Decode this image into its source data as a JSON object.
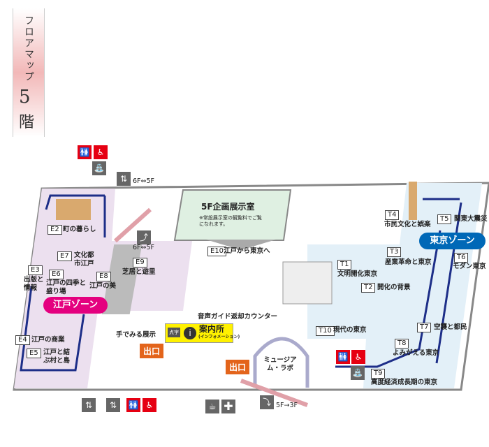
{
  "title": {
    "text": "フロアマップ",
    "floor": "5",
    "floor_suffix": "階"
  },
  "zones": {
    "edo": {
      "label": "江戸ゾーン",
      "color": "#e4007f"
    },
    "tokyo": {
      "label": "東京ゾーン",
      "color": "#0068b7"
    }
  },
  "special": {
    "title": "5F企画展示室",
    "note": "※常設展示室の観覧料でご覧になれます。"
  },
  "edo_exhibits": [
    {
      "code": "E2",
      "name": "町の暮らし"
    },
    {
      "code": "E7",
      "name": "文化都市江戸"
    },
    {
      "code": "E3",
      "name": "出版と情報"
    },
    {
      "code": "E6",
      "name": "江戸の四季と盛り場"
    },
    {
      "code": "E8",
      "name": "江戸の美"
    },
    {
      "code": "E9",
      "name": "芝居と遊里"
    },
    {
      "code": "E4",
      "name": "江戸の商業"
    },
    {
      "code": "E5",
      "name": "江戸と結ぶ村と島"
    },
    {
      "code": "E10",
      "name": "江戸から東京へ"
    }
  ],
  "tokyo_exhibits": [
    {
      "code": "T1",
      "name": "文明開化東京"
    },
    {
      "code": "T2",
      "name": "開化の背景"
    },
    {
      "code": "T3",
      "name": "産業革命と東京"
    },
    {
      "code": "T4",
      "name": "市民文化と娯楽"
    },
    {
      "code": "T5",
      "name": "関東大震災"
    },
    {
      "code": "T6",
      "name": "モダン東京"
    },
    {
      "code": "T7",
      "name": "空襲と都民"
    },
    {
      "code": "T8",
      "name": "よみがえる東京"
    },
    {
      "code": "T9",
      "name": "高度経済成長期の東京"
    },
    {
      "code": "T10",
      "name": "現代の東京"
    }
  ],
  "facilities": {
    "tactile": "手でみる展示",
    "audio_return": "音声ガイド返却カウンター",
    "info": "案内所",
    "info_sub": "(インフォメーション)",
    "braille": "点字",
    "lab": "ミュージアム・ラボ",
    "exit": "出口",
    "elevator": "6F⇔5F",
    "escalator_up": "6F⇔5F",
    "escalator_down": "5F→3F"
  }
}
